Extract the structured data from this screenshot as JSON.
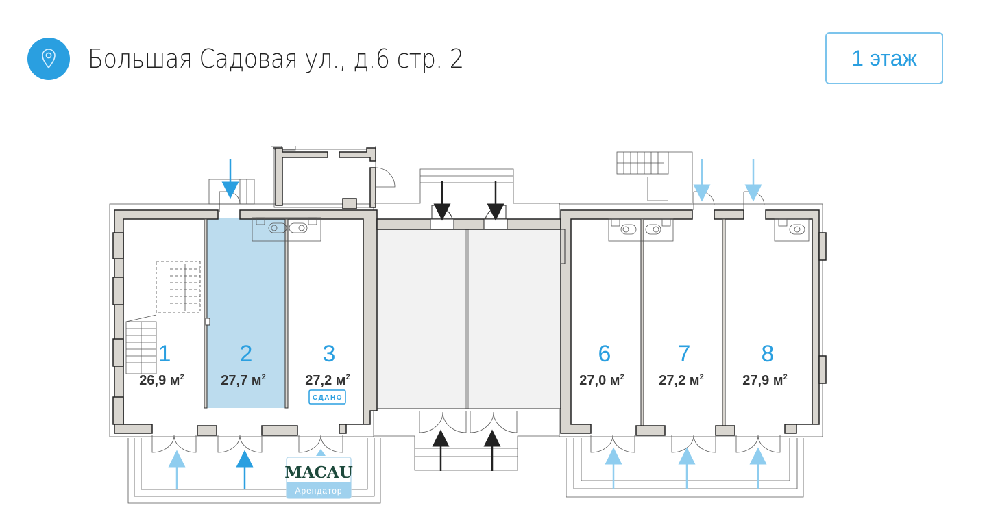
{
  "header": {
    "address": "Большая Садовая ул., д.6 стр. 2",
    "pin_icon": "map-pin-icon",
    "floor_button": "1 этаж"
  },
  "colors": {
    "accent": "#2a9fe0",
    "selected_unit_fill": "#bcdcee",
    "common_area_fill": "#f2f2f2",
    "wall_fill": "#d9d6d0",
    "entrance_arrow_light": "#8fcdef",
    "entrance_arrow_dark": "#222222"
  },
  "units": [
    {
      "number": "1",
      "area": "26,9 м",
      "sup": "2",
      "status": ""
    },
    {
      "number": "2",
      "area": "27,7 м",
      "sup": "2",
      "status": "",
      "selected": true
    },
    {
      "number": "3",
      "area": "27,2 м",
      "sup": "2",
      "status": "СДАНО"
    },
    {
      "number": "6",
      "area": "27,0 м",
      "sup": "2",
      "status": ""
    },
    {
      "number": "7",
      "area": "27,2 м",
      "sup": "2",
      "status": ""
    },
    {
      "number": "8",
      "area": "27,9 м",
      "sup": "2",
      "status": ""
    }
  ],
  "tenant": {
    "logo_text": "MACAU",
    "label": "Арендатор"
  }
}
